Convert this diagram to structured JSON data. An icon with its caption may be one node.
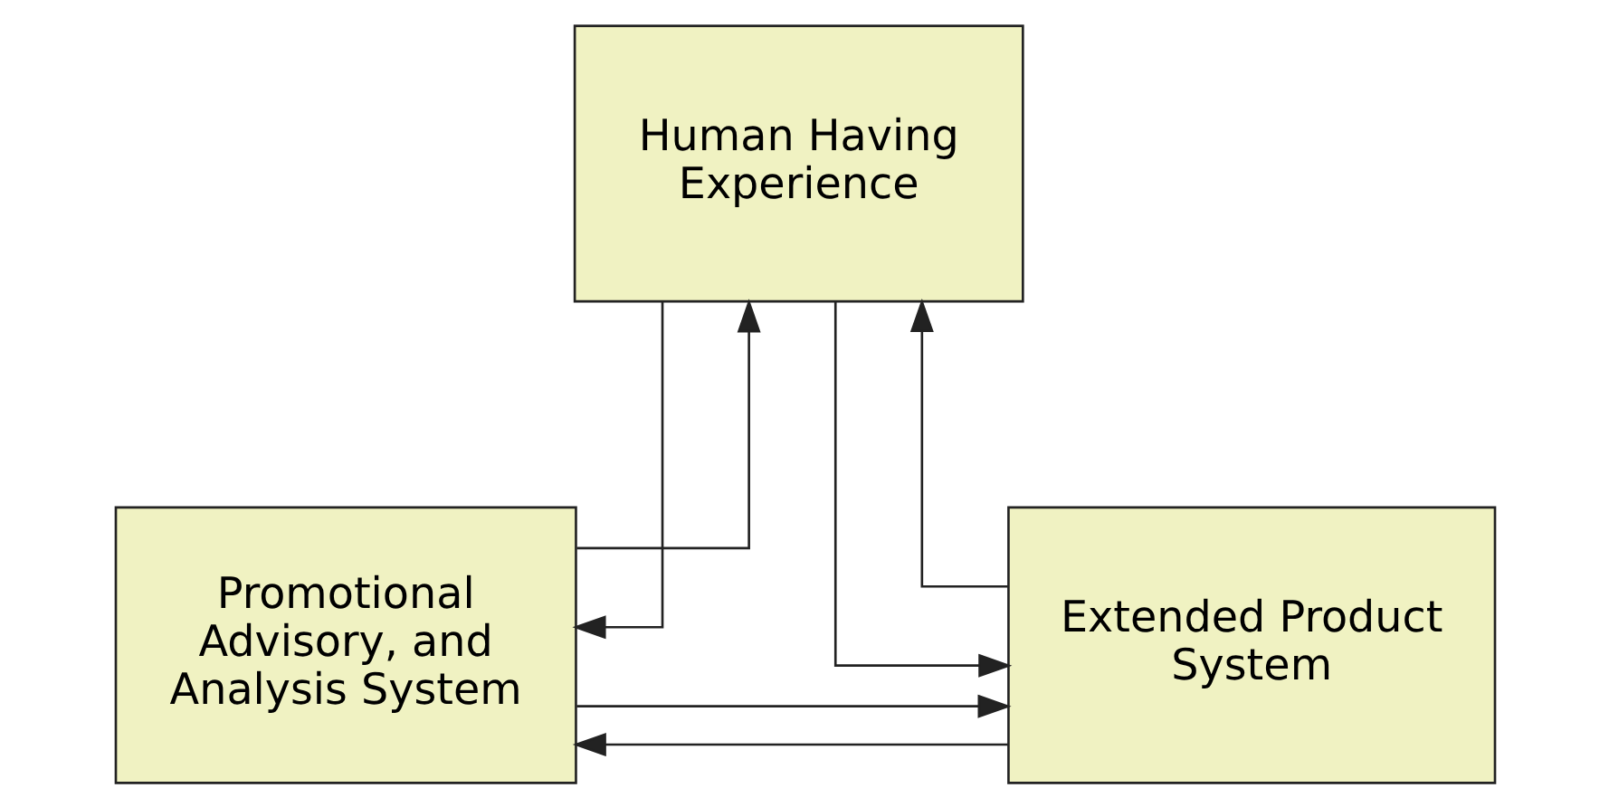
{
  "diagram": {
    "nodes": [
      {
        "text": [
          "Human Having Experience"
        ]
      },
      {
        "text": [
          "Promotional Advisory, and Analysis System"
        ]
      },
      {
        "text": [
          "Extended Product System"
        ]
      }
    ],
    "edges": [
      {
        "from": 1,
        "to": 0,
        "arrow": "to"
      },
      {
        "from": 0,
        "to": 1,
        "arrow": "to"
      },
      {
        "from": 0,
        "to": 2,
        "arrow": "to"
      },
      {
        "from": 2,
        "to": 0,
        "arrow": "to"
      },
      {
        "from": 1,
        "to": 2,
        "arrow": "to"
      },
      {
        "from": 2,
        "to": 1,
        "arrow": "to"
      }
    ]
  }
}
